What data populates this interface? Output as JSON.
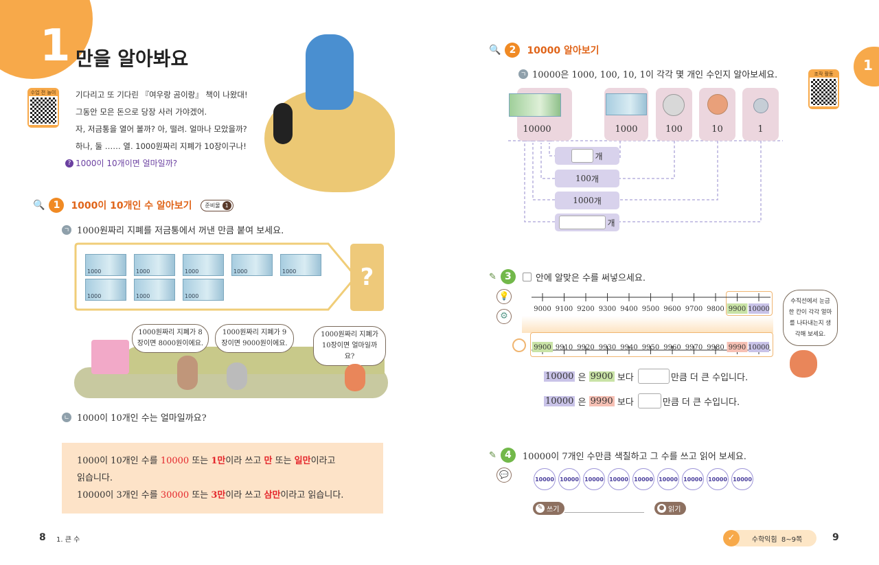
{
  "left": {
    "chapter_number": "1",
    "title": "만을 알아봐요",
    "qr_label": "수업 전 놀이",
    "story": [
      "기다리고 또 기다린 『여우랑 곰이랑』 책이 나왔대!",
      "그동안 모은 돈으로 당장 사러 가야겠어.",
      "자, 저금통을 열어 볼까? 아, 떨려. 얼마나 모았을까?",
      "하나, 둘 …… 열. 1000원짜리 지폐가 10장이구나!"
    ],
    "question": "1000이 10개이면 얼마일까?",
    "section1": {
      "number": "1",
      "title": "1000이 10개인 수 알아보기",
      "badge": "준비물",
      "badge_num": "1",
      "item_a_marker": "ㄱ",
      "item_a": "1000원짜리 지폐를 저금통에서 꺼낸 만큼 붙여 보세요.",
      "bill_label": "1000",
      "bill_count": 8,
      "unknown": "?",
      "bubbles": [
        "1000원짜리 지폐가 8장이면 8000원이에요.",
        "1000원짜리 지폐가 9장이면 9000원이에요.",
        "1000원짜리 지폐가 10장이면 얼마일까요?"
      ],
      "item_b_marker": "ㄴ",
      "item_b": "1000이 10개인 수는 얼마일까요?"
    },
    "info": {
      "l1a": "1000이 10개인 수를 ",
      "l1b": "10000",
      "l1c": " 또는 ",
      "l1d": "1만",
      "l1e": "이라 쓰고 ",
      "l1f": "만",
      "l1g": " 또는 ",
      "l1h": "일만",
      "l1i": "이라고",
      "l2": "읽습니다.",
      "l3a": "10000이 3개인 수를 ",
      "l3b": "30000",
      "l3c": " 또는 ",
      "l3d": "3만",
      "l3e": "이라 쓰고 ",
      "l3f": "삼만",
      "l3g": "이라고 읽습니다."
    },
    "page": "8",
    "chapter_label": "1. 큰 수"
  },
  "right": {
    "tab": "1",
    "qr_label": "조작 활동",
    "section2": {
      "number": "2",
      "title": "10000 알아보기",
      "marker": "ㄱ",
      "instruction": "10000은 1000, 100, 10, 1이 각각 몇 개인 수인지 알아보세요.",
      "cards": [
        "10000",
        "1000",
        "100",
        "10",
        "1"
      ],
      "answers": [
        {
          "prefix": "",
          "suffix": "개"
        },
        {
          "prefix": "100",
          "suffix": "개"
        },
        {
          "prefix": "1000",
          "suffix": "개"
        },
        {
          "prefix": "",
          "suffix": "개"
        }
      ]
    },
    "section3": {
      "number": "3",
      "title": "안에 알맞은 수를 써넣으세요.",
      "top_ticks": [
        "9000",
        "9100",
        "9200",
        "9300",
        "9400",
        "9500",
        "9600",
        "9700",
        "9800",
        "9900",
        "10000"
      ],
      "bottom_ticks": [
        "9900",
        "9910",
        "9920",
        "9930",
        "9940",
        "9950",
        "9960",
        "9970",
        "9980",
        "9990",
        "10000"
      ],
      "eq1": {
        "a": "10000",
        "b": " 은 ",
        "c": "9900",
        "d": " 보다 ",
        "e": "만큼 더 큰 수입니다."
      },
      "eq2": {
        "a": "10000",
        "b": " 은 ",
        "c": "9990",
        "d": " 보다 ",
        "e": "만큼 더 큰 수입니다."
      },
      "hint": "수직선에서 눈금 한 칸이 각각 얼마를 나타내는지 생각해 보세요."
    },
    "section4": {
      "number": "4",
      "instruction": "10000이 7개인 수만큼 색칠하고 그 수를 쓰고 읽어 보세요.",
      "coins": [
        "10000",
        "10000",
        "10000",
        "10000",
        "10000",
        "10000",
        "10000",
        "10000",
        "10000"
      ],
      "write": "쓰기",
      "read": "읽기"
    },
    "footer_badge": "수학익힘  8~9쪽",
    "page": "9"
  },
  "colors": {
    "orange": "#f7a94a",
    "accent": "#e0651a",
    "purple": "#6a3fa0",
    "pink_card": "#ecd6de",
    "lavender": "#d8d2ec",
    "info_bg": "#fde3c8"
  }
}
